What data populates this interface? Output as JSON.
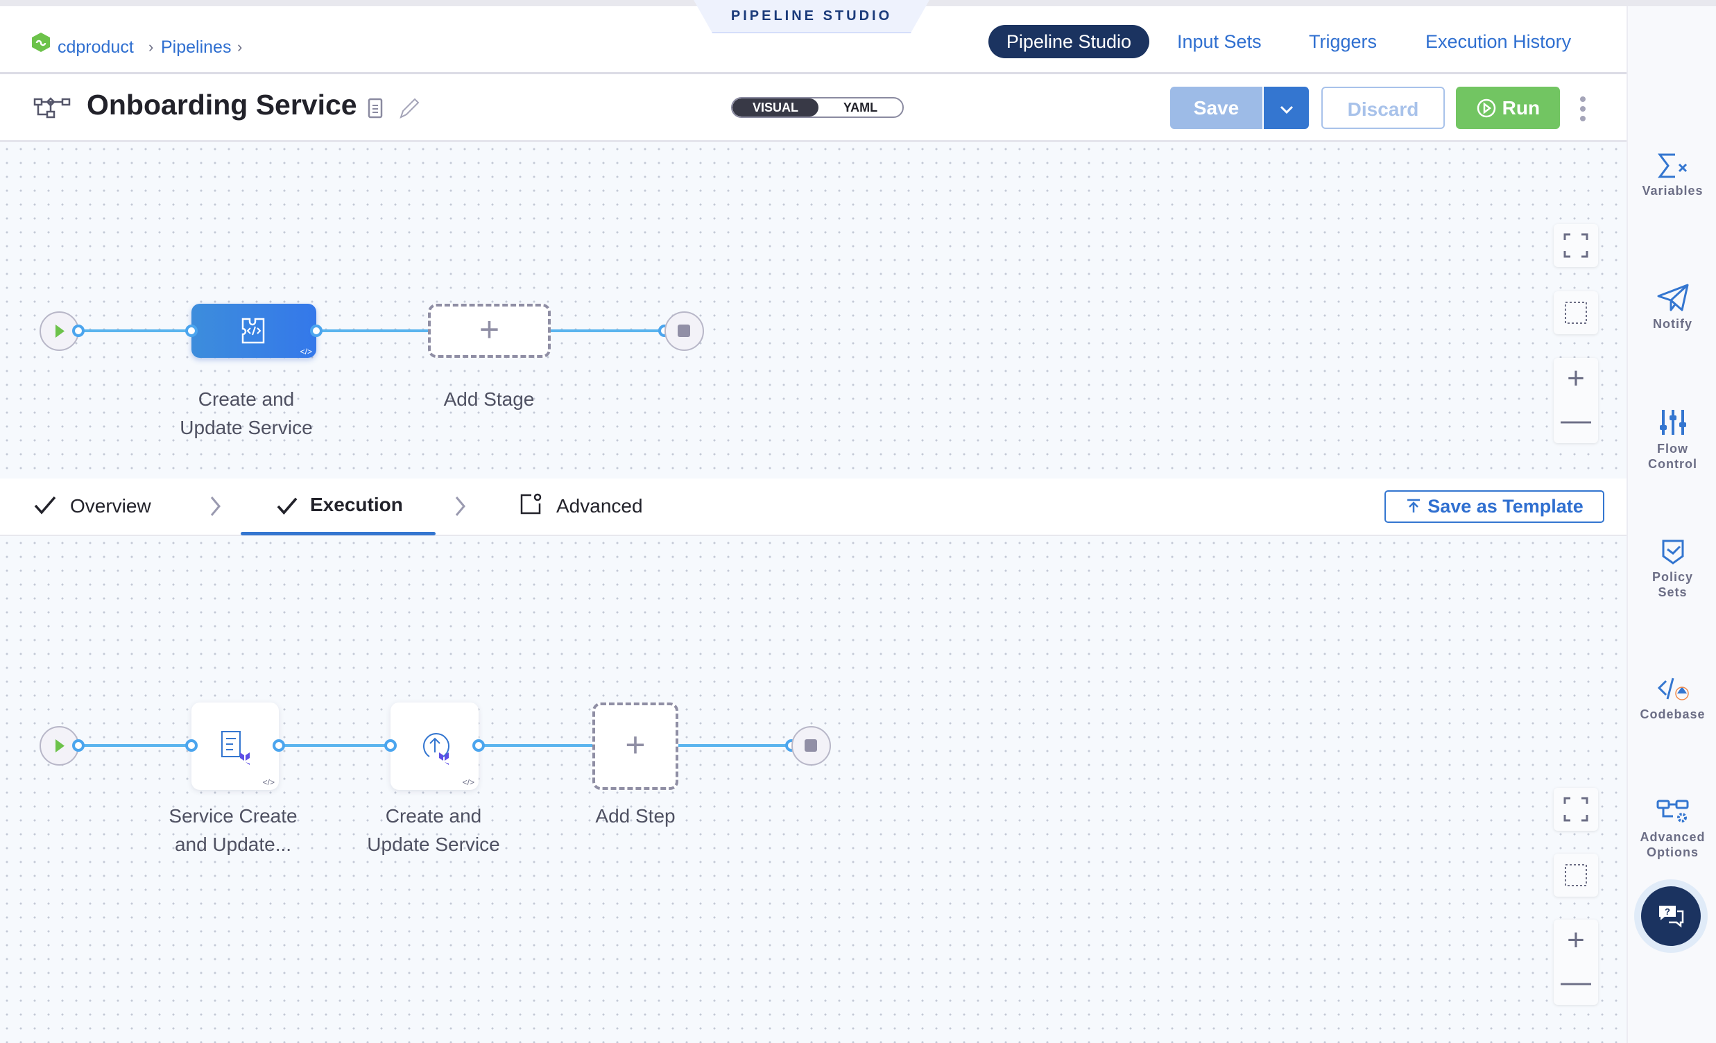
{
  "breadcrumb": {
    "project": "cdproduct",
    "section": "Pipelines",
    "separator": "›"
  },
  "studio_tab": "PIPELINE STUDIO",
  "nav": {
    "items": [
      "Pipeline Studio",
      "Input Sets",
      "Triggers",
      "Execution History"
    ],
    "active": "Pipeline Studio"
  },
  "pipeline": {
    "title": "Onboarding Service"
  },
  "view_toggle": {
    "options": [
      "VISUAL",
      "YAML"
    ],
    "active": "VISUAL"
  },
  "actions": {
    "save": "Save",
    "discard": "Discard",
    "run": "Run"
  },
  "stage_graph": {
    "stages": [
      {
        "label": "Create and\nUpdate Service",
        "line1": "Create and",
        "line2": "Update Service"
      }
    ],
    "add_label": "Add Stage"
  },
  "stage_tabs": {
    "items": [
      "Overview",
      "Execution",
      "Advanced"
    ],
    "active": "Execution",
    "save_template": "Save as Template"
  },
  "step_graph": {
    "steps": [
      {
        "line1": "Service Create",
        "line2": "and Update..."
      },
      {
        "line1": "Create and",
        "line2": "Update Service"
      }
    ],
    "add_label": "Add Step"
  },
  "right_sidebar": {
    "items": [
      {
        "line1": "Variables",
        "line2": ""
      },
      {
        "line1": "Notify",
        "line2": ""
      },
      {
        "line1": "Flow",
        "line2": "Control"
      },
      {
        "line1": "Policy",
        "line2": "Sets"
      },
      {
        "line1": "Codebase",
        "line2": ""
      },
      {
        "line1": "Advanced",
        "line2": "Options"
      }
    ]
  },
  "colors": {
    "primary": "#3476d0",
    "nav_active": "#1b3360",
    "run": "#72c562",
    "connector": "#4ba5ee",
    "stage_node": "#3a80e0"
  }
}
